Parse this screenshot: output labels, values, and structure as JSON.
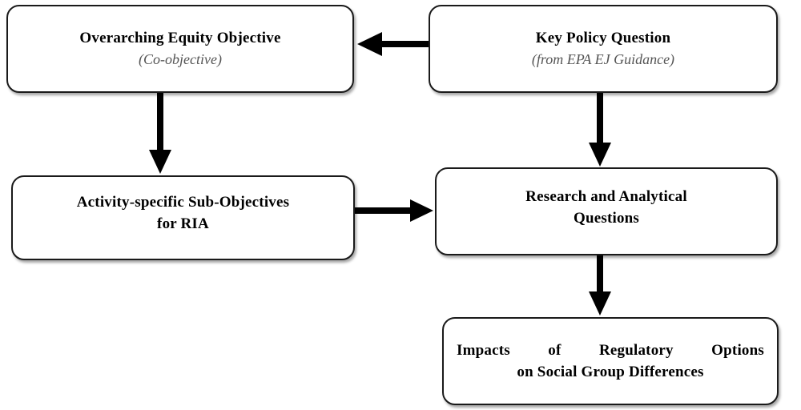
{
  "boxes": {
    "overarching": {
      "title": "Overarching Equity Objective",
      "subtitle": "(Co-objective)"
    },
    "key_policy": {
      "title": "Key Policy Question",
      "subtitle": "(from EPA EJ Guidance)"
    },
    "activity": {
      "title_line1": "Activity-specific Sub-Objectives",
      "title_line2": "for RIA"
    },
    "research": {
      "title_line1": "Research and Analytical",
      "title_line2": "Questions"
    },
    "impacts": {
      "title_line1": "Impacts of Regulatory Options",
      "title_line2": "on Social Group Differences"
    }
  },
  "colors": {
    "border": "#1a1a1a",
    "arrow": "#000000",
    "subtitle": "#555555"
  }
}
